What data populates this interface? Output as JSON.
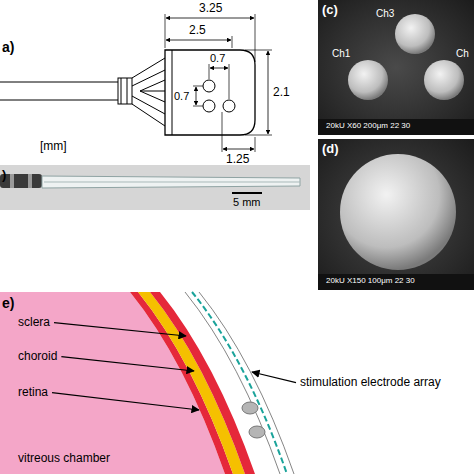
{
  "diagram": {
    "labels": [
      "a)",
      "3.25",
      "2.5",
      "0.7",
      "0.7",
      "2.1",
      "1.25",
      "[mm]",
      ")",
      "5 mm",
      "(c)",
      "Ch3",
      "Ch1",
      "Ch",
      "20kU X60 200μm 22 30",
      "(d)",
      "20kU X150 100μm 22 30",
      "e)",
      "sclera",
      "choroid",
      "retina",
      "vitreous chamber",
      "stimulation electrode array"
    ]
  }
}
